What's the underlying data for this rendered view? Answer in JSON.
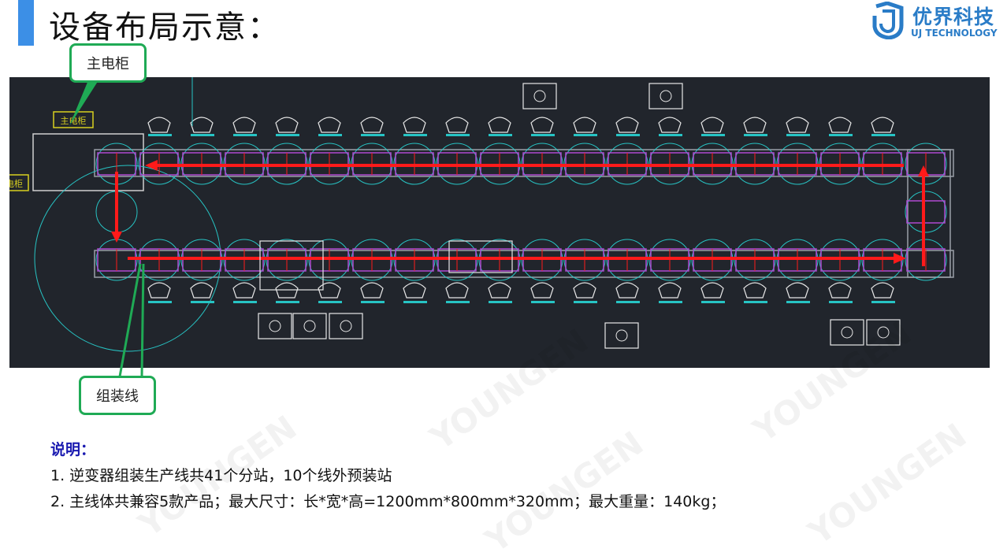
{
  "title": "设备布局示意：",
  "logo": {
    "cn": "优界科技",
    "en": "UJ TECHNOLOGY"
  },
  "callouts": {
    "main_cabinet": "主电柜",
    "assembly_line": "组装线"
  },
  "cad": {
    "cabinet_label": "主电柜",
    "cabinet_label_partial": "电柜"
  },
  "notes": {
    "heading": "说明：",
    "items": [
      "1. 逆变器组装生产线共41个分站，10个线外预装站",
      "2. 主线体共兼容5款产品；最大尺寸：长*宽*高=1200mm*800mm*320mm；最大重量：140kg；"
    ]
  },
  "watermark": "YOUNGEN",
  "colors": {
    "accent": "#3c8fe6",
    "callout": "#1faa55",
    "arrow": "#ff1a1a",
    "station": "#27c4c4",
    "pallet": "#b04ad0",
    "cad_bg": "#21252c"
  }
}
